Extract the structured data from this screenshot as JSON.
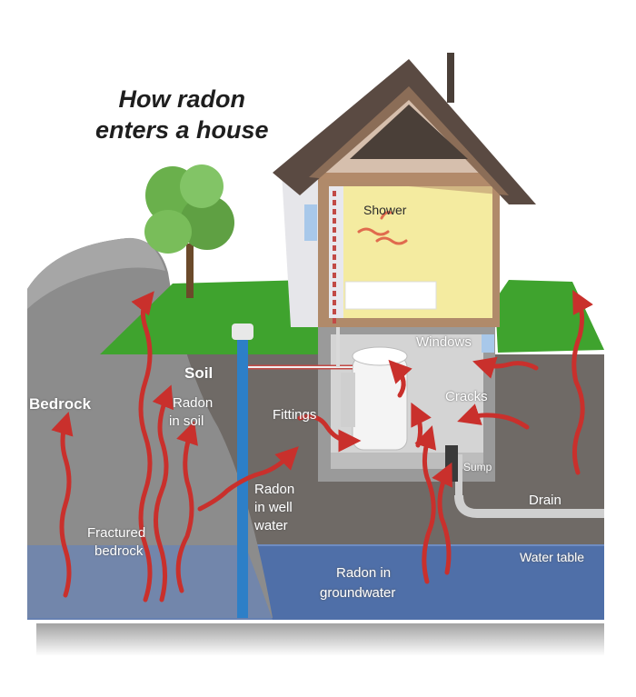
{
  "title": {
    "line1": "How radon",
    "line2": "enters a house"
  },
  "labels": {
    "soil": "Soil",
    "bedrock": "Bedrock",
    "radon_in_soil_1": "Radon",
    "radon_in_soil_2": "in soil",
    "fittings": "Fittings",
    "radon_well_1": "Radon",
    "radon_well_2": "in well",
    "radon_well_3": "water",
    "fractured_1": "Fractured",
    "fractured_2": "bedrock",
    "groundwater_1": "Radon in",
    "groundwater_2": "groundwater",
    "shower": "Shower",
    "windows": "Windows",
    "cracks": "Cracks",
    "sump": "Sump",
    "drain": "Drain",
    "water_table": "Water table"
  },
  "colors": {
    "radon": "#c9302c",
    "grass": "#3fa32e",
    "soil": "#6f6a66",
    "bedrock": "#8c8c8c",
    "groundwater": "#4f6fa8",
    "well": "#2d7fc7",
    "roof": "#5a4a42",
    "wall": "#e6e6ea",
    "room": "#f4eba0"
  }
}
